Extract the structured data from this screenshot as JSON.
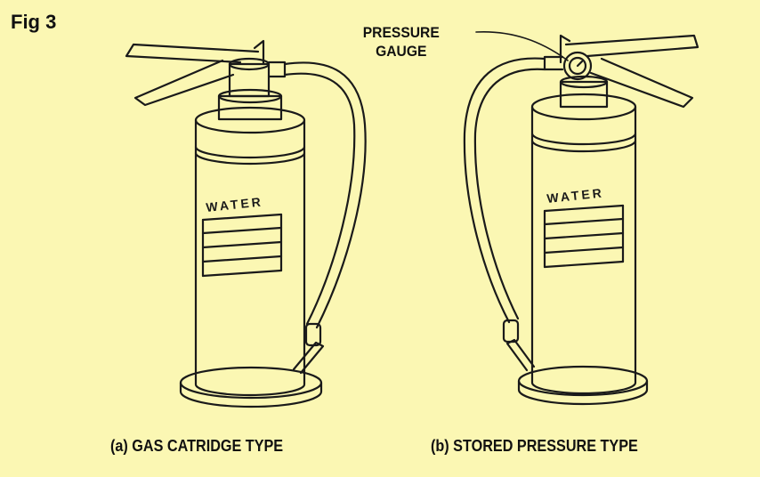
{
  "figure": {
    "label": "Fig 3",
    "callout": {
      "line1": "PRESSURE",
      "line2": "GAUGE"
    },
    "label_water_left": "WATER",
    "label_water_right": "WATER",
    "caption_a": "(a) GAS CATRIDGE TYPE",
    "caption_b": "(b) STORED PRESSURE TYPE",
    "colors": {
      "background": "#fbf7b3",
      "stroke": "#1a1a1a"
    }
  }
}
